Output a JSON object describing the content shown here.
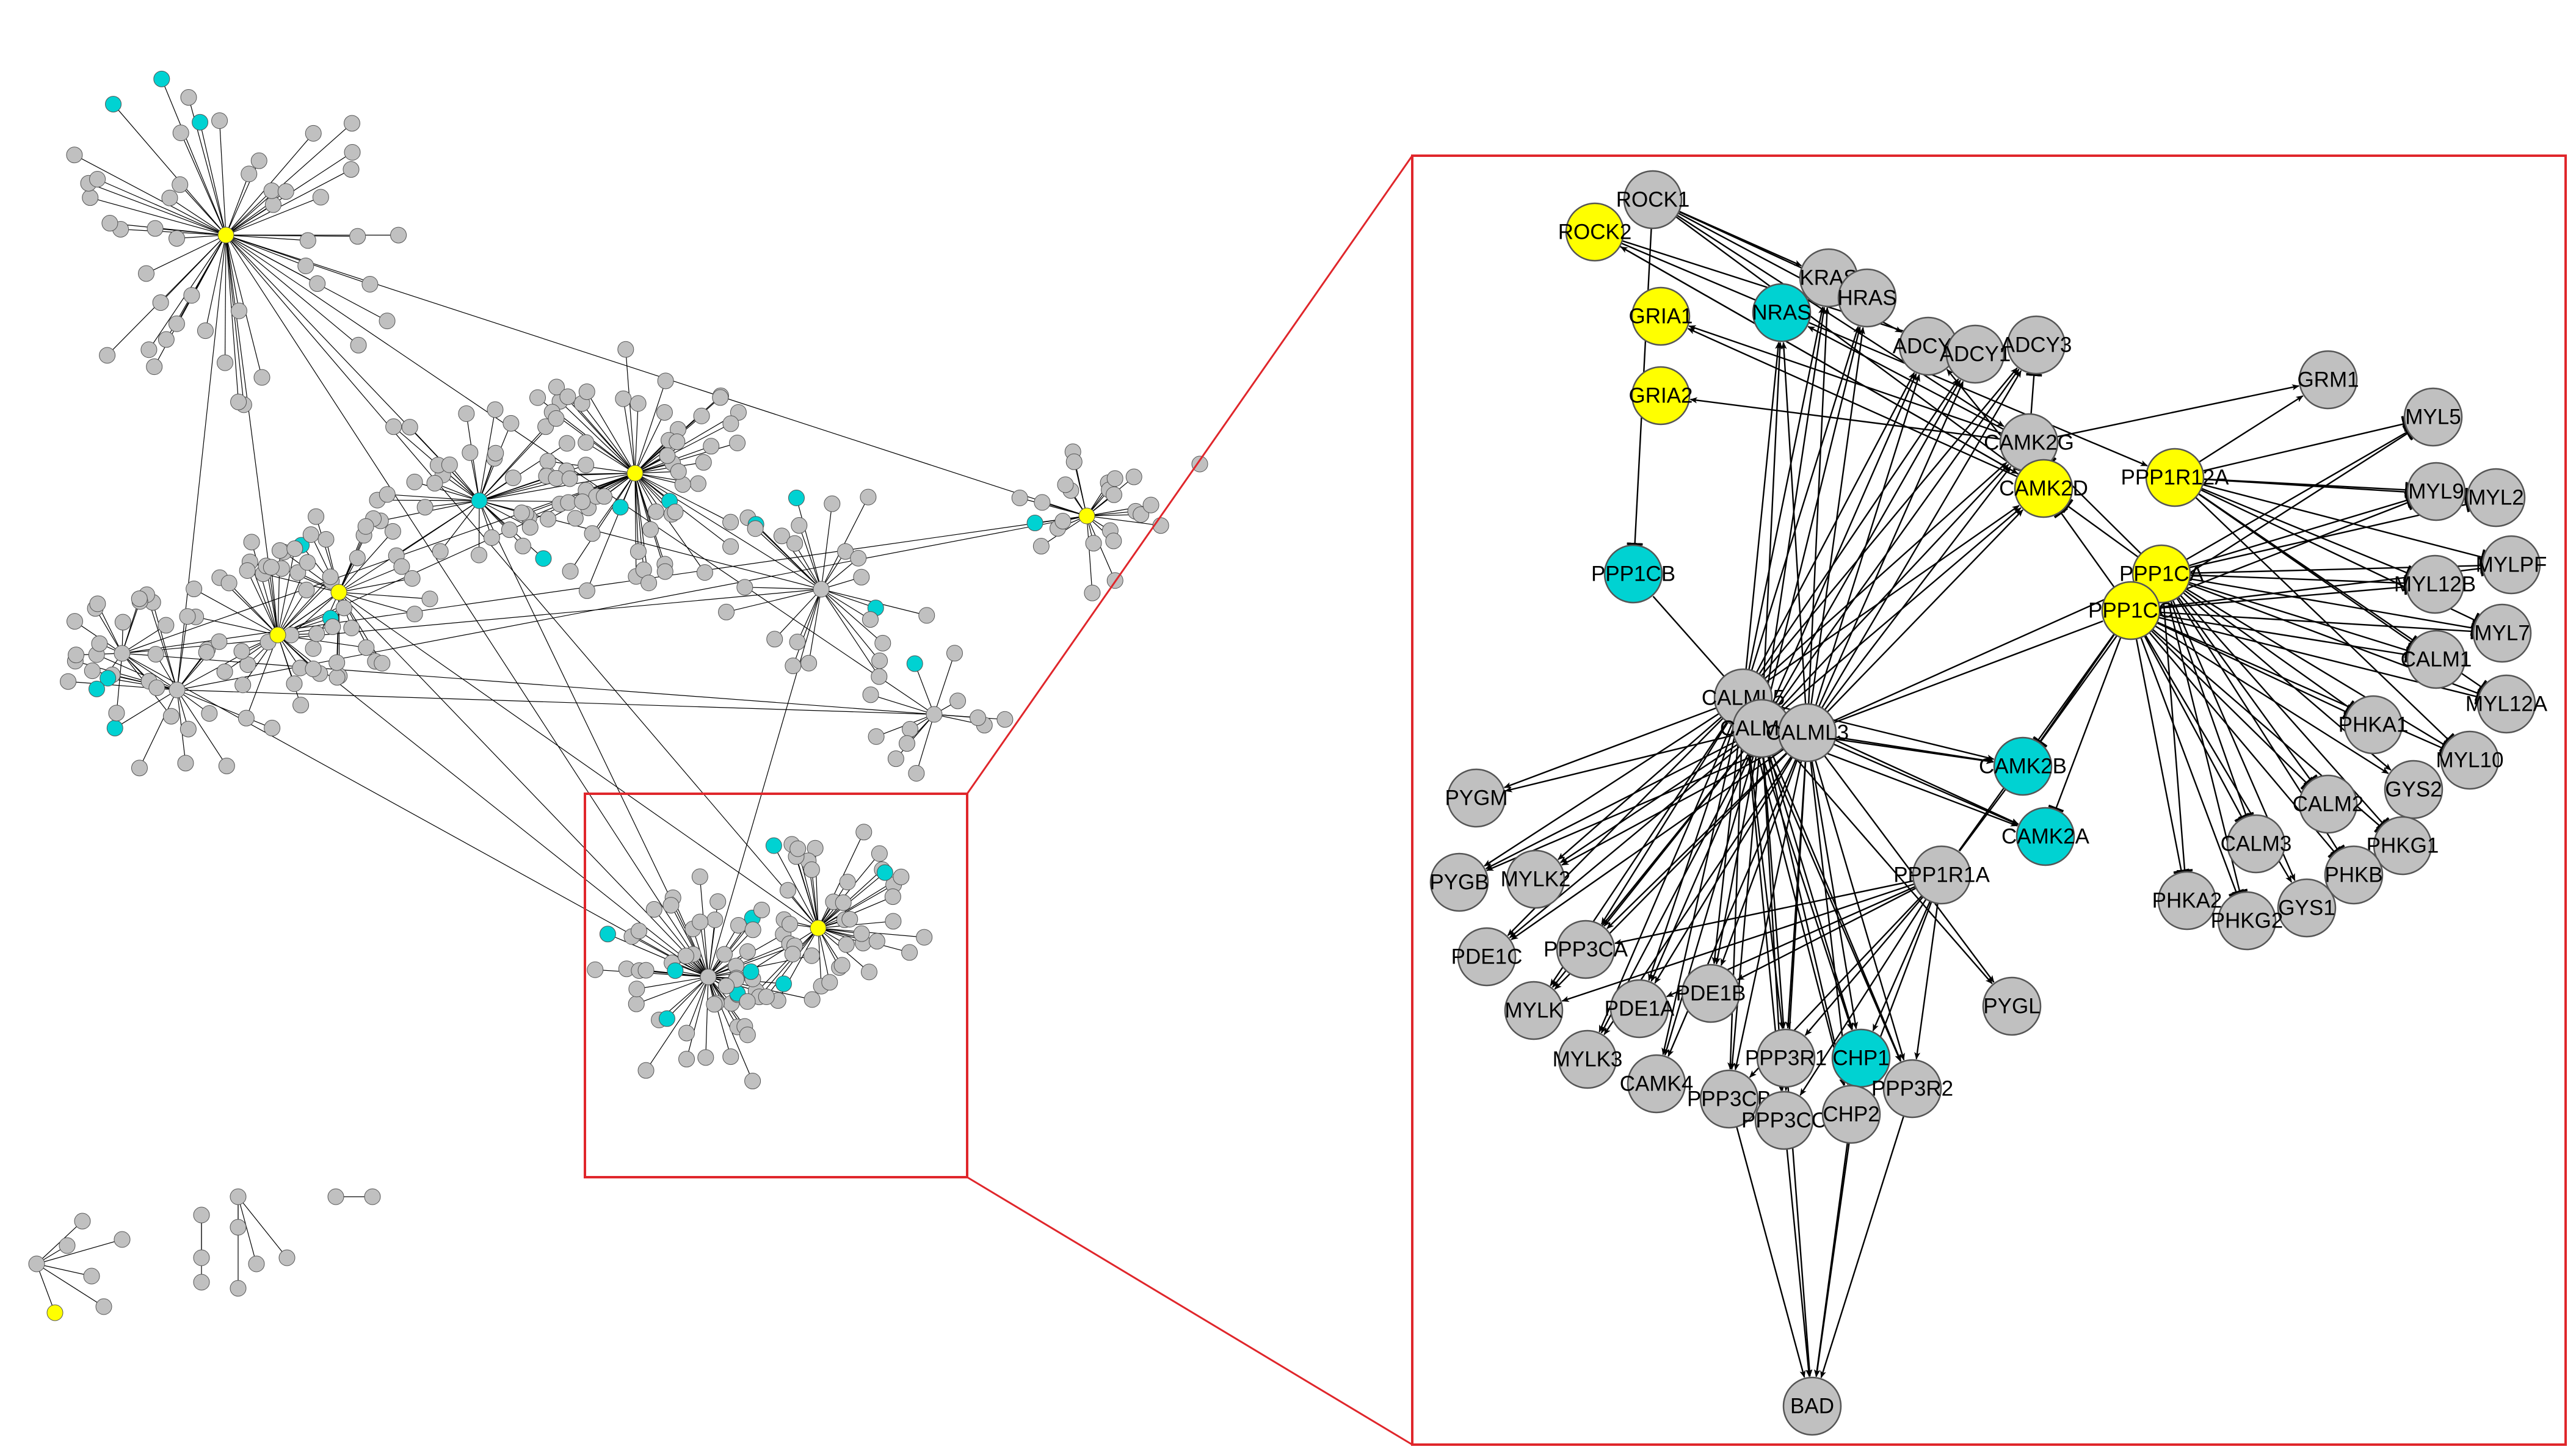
{
  "colors": {
    "background": "#ffffff",
    "gray_node": "#c0c0c0",
    "yellow_node": "#ffff00",
    "cyan_node": "#00d2d2",
    "edge": "#000000",
    "highlight_frame": "#e0262b"
  },
  "detail_nodes": [
    {
      "id": "ROCK1",
      "label": "ROCK1",
      "color": "gray"
    },
    {
      "id": "ROCK2",
      "label": "ROCK2",
      "color": "yellow"
    },
    {
      "id": "GRIA1",
      "label": "GRIA1",
      "color": "yellow"
    },
    {
      "id": "NRAS",
      "label": "NRAS",
      "color": "cyan"
    },
    {
      "id": "KRAS",
      "label": "KRAS",
      "color": "gray"
    },
    {
      "id": "HRAS",
      "label": "HRAS",
      "color": "gray"
    },
    {
      "id": "ADCY8",
      "label": "ADCY8",
      "color": "gray"
    },
    {
      "id": "ADCY1",
      "label": "ADCY1",
      "color": "gray"
    },
    {
      "id": "ADCY3",
      "label": "ADCY3",
      "color": "gray"
    },
    {
      "id": "GRIA2",
      "label": "GRIA2",
      "color": "yellow"
    },
    {
      "id": "GRM1",
      "label": "GRM1",
      "color": "gray"
    },
    {
      "id": "CAMK2G",
      "label": "CAMK2G",
      "color": "gray"
    },
    {
      "id": "CAMK2D",
      "label": "CAMK2D",
      "color": "yellow"
    },
    {
      "id": "PPP1R12A",
      "label": "PPP1R12A",
      "color": "yellow"
    },
    {
      "id": "MYL5",
      "label": "MYL5",
      "color": "gray"
    },
    {
      "id": "MYL9",
      "label": "MYL9",
      "color": "gray"
    },
    {
      "id": "MYL2",
      "label": "MYL2",
      "color": "gray"
    },
    {
      "id": "MYLPF",
      "label": "MYLPF",
      "color": "gray"
    },
    {
      "id": "PPP1CB",
      "label": "PPP1CB",
      "color": "cyan"
    },
    {
      "id": "PPP1CA",
      "label": "PPP1CA",
      "color": "yellow"
    },
    {
      "id": "PPP1CC",
      "label": "PPP1CC",
      "color": "yellow"
    },
    {
      "id": "MYL12B",
      "label": "MYL12B",
      "color": "gray"
    },
    {
      "id": "MYL7",
      "label": "MYL7",
      "color": "gray"
    },
    {
      "id": "CALM1",
      "label": "CALM1",
      "color": "gray"
    },
    {
      "id": "MYL12A",
      "label": "MYL12A",
      "color": "gray"
    },
    {
      "id": "CALML5",
      "label": "CALML5",
      "color": "gray"
    },
    {
      "id": "CALML6",
      "label": "CALML6",
      "color": "gray"
    },
    {
      "id": "CALML3",
      "label": "CALML3",
      "color": "gray"
    },
    {
      "id": "PHKA1",
      "label": "PHKA1",
      "color": "gray"
    },
    {
      "id": "MYL10",
      "label": "MYL10",
      "color": "gray"
    },
    {
      "id": "GYS2",
      "label": "GYS2",
      "color": "gray"
    },
    {
      "id": "CAMK2B",
      "label": "CAMK2B",
      "color": "cyan"
    },
    {
      "id": "CALM2",
      "label": "CALM2",
      "color": "gray"
    },
    {
      "id": "PHKG1",
      "label": "PHKG1",
      "color": "gray"
    },
    {
      "id": "CAMK2A",
      "label": "CAMK2A",
      "color": "cyan"
    },
    {
      "id": "PYGM",
      "label": "PYGM",
      "color": "gray"
    },
    {
      "id": "CALM3",
      "label": "CALM3",
      "color": "gray"
    },
    {
      "id": "PHKB",
      "label": "PHKB",
      "color": "gray"
    },
    {
      "id": "PYGB",
      "label": "PYGB",
      "color": "gray"
    },
    {
      "id": "MYLK2",
      "label": "MYLK2",
      "color": "gray"
    },
    {
      "id": "PPP1R1A",
      "label": "PPP1R1A",
      "color": "gray"
    },
    {
      "id": "PHKA2",
      "label": "PHKA2",
      "color": "gray"
    },
    {
      "id": "GYS1",
      "label": "GYS1",
      "color": "gray"
    },
    {
      "id": "PHKG2",
      "label": "PHKG2",
      "color": "gray"
    },
    {
      "id": "PDE1C",
      "label": "PDE1C",
      "color": "gray"
    },
    {
      "id": "PPP3CA",
      "label": "PPP3CA",
      "color": "gray"
    },
    {
      "id": "PYGL",
      "label": "PYGL",
      "color": "gray"
    },
    {
      "id": "MYLK",
      "label": "MYLK",
      "color": "gray"
    },
    {
      "id": "PDE1A",
      "label": "PDE1A",
      "color": "gray"
    },
    {
      "id": "PDE1B",
      "label": "PDE1B",
      "color": "gray"
    },
    {
      "id": "PPP3R1",
      "label": "PPP3R1",
      "color": "gray"
    },
    {
      "id": "CHP1",
      "label": "CHP1",
      "color": "cyan"
    },
    {
      "id": "MYLK3",
      "label": "MYLK3",
      "color": "gray"
    },
    {
      "id": "CAMK4",
      "label": "CAMK4",
      "color": "gray"
    },
    {
      "id": "PPP3CB",
      "label": "PPP3CB",
      "color": "gray"
    },
    {
      "id": "PPP3R2",
      "label": "PPP3R2",
      "color": "gray"
    },
    {
      "id": "PPP3CC",
      "label": "PPP3CC",
      "color": "gray"
    },
    {
      "id": "CHP2",
      "label": "CHP2",
      "color": "gray"
    },
    {
      "id": "BAD",
      "label": "BAD",
      "color": "gray"
    }
  ],
  "detail_edges": [
    [
      "ROCK1",
      "KRAS",
      "arrow"
    ],
    [
      "ROCK1",
      "HRAS",
      "arrow"
    ],
    [
      "ROCK1",
      "ADCY8",
      "arrow"
    ],
    [
      "ROCK1",
      "CAMK2G",
      "arrow"
    ],
    [
      "ROCK1",
      "CAMK2D",
      "arrow"
    ],
    [
      "ROCK1",
      "PPP1CB",
      "inhibit"
    ],
    [
      "ROCK2",
      "ADCY1",
      "arrow"
    ],
    [
      "ROCK2",
      "PPP1R12A",
      "arrow"
    ],
    [
      "ROCK2",
      "CAMK2D",
      "arrow"
    ],
    [
      "CAMK2G",
      "GRIA1",
      "arrow"
    ],
    [
      "CAMK2G",
      "GRIA2",
      "arrow"
    ],
    [
      "CAMK2G",
      "GRM1",
      "arrow"
    ],
    [
      "CAMK2G",
      "ADCY3",
      "inhibit"
    ],
    [
      "CAMK2G",
      "NRAS",
      "arrow"
    ],
    [
      "CAMK2D",
      "GRIA1",
      "arrow"
    ],
    [
      "CAMK2D",
      "ROCK2",
      "arrow"
    ],
    [
      "CAMK2D",
      "ADCY8",
      "arrow"
    ],
    [
      "CALML5",
      "NRAS",
      "arrow"
    ],
    [
      "CALML5",
      "KRAS",
      "arrow"
    ],
    [
      "CALML5",
      "HRAS",
      "arrow"
    ],
    [
      "CALML5",
      "ADCY8",
      "arrow"
    ],
    [
      "CALML5",
      "ADCY1",
      "arrow"
    ],
    [
      "CALML5",
      "ADCY3",
      "arrow"
    ],
    [
      "CALML5",
      "CAMK2G",
      "arrow"
    ],
    [
      "CALML5",
      "CAMK2D",
      "arrow"
    ],
    [
      "CALML5",
      "PPP1CB",
      "line"
    ],
    [
      "CALML6",
      "NRAS",
      "arrow"
    ],
    [
      "CALML6",
      "KRAS",
      "arrow"
    ],
    [
      "CALML6",
      "HRAS",
      "arrow"
    ],
    [
      "CALML6",
      "ADCY8",
      "arrow"
    ],
    [
      "CALML6",
      "ADCY1",
      "arrow"
    ],
    [
      "CALML6",
      "ADCY3",
      "arrow"
    ],
    [
      "CALML6",
      "CAMK2G",
      "arrow"
    ],
    [
      "CALML6",
      "CAMK2D",
      "arrow"
    ],
    [
      "CALML3",
      "NRAS",
      "arrow"
    ],
    [
      "CALML3",
      "KRAS",
      "arrow"
    ],
    [
      "CALML3",
      "HRAS",
      "arrow"
    ],
    [
      "CALML3",
      "ADCY8",
      "arrow"
    ],
    [
      "CALML3",
      "ADCY1",
      "arrow"
    ],
    [
      "CALML3",
      "ADCY3",
      "arrow"
    ],
    [
      "CALML3",
      "CAMK2G",
      "arrow"
    ],
    [
      "CALML3",
      "CAMK2D",
      "arrow"
    ],
    [
      "CALML3",
      "PPP1CA",
      "line"
    ],
    [
      "CALML3",
      "PPP1CC",
      "line"
    ],
    [
      "CALML5",
      "PYGM",
      "arrow"
    ],
    [
      "CALML5",
      "PYGB",
      "arrow"
    ],
    [
      "CALML5",
      "MYLK2",
      "arrow"
    ],
    [
      "CALML5",
      "PDE1C",
      "arrow"
    ],
    [
      "CALML5",
      "PPP3CA",
      "arrow"
    ],
    [
      "CALML5",
      "MYLK",
      "arrow"
    ],
    [
      "CALML5",
      "PDE1A",
      "arrow"
    ],
    [
      "CALML5",
      "PDE1B",
      "arrow"
    ],
    [
      "CALML5",
      "MYLK3",
      "arrow"
    ],
    [
      "CALML5",
      "CAMK4",
      "arrow"
    ],
    [
      "CALML5",
      "PPP3CB",
      "arrow"
    ],
    [
      "CALML5",
      "PPP3R1",
      "arrow"
    ],
    [
      "CALML5",
      "PPP3CC",
      "arrow"
    ],
    [
      "CALML5",
      "CHP1",
      "arrow"
    ],
    [
      "CALML5",
      "CHP2",
      "arrow"
    ],
    [
      "CALML5",
      "PPP3R2",
      "arrow"
    ],
    [
      "CALML5",
      "PYGL",
      "arrow"
    ],
    [
      "CALML5",
      "CAMK2B",
      "arrow"
    ],
    [
      "CALML5",
      "CAMK2A",
      "arrow"
    ],
    [
      "CALML6",
      "PYGM",
      "arrow"
    ],
    [
      "CALML6",
      "PYGB",
      "arrow"
    ],
    [
      "CALML6",
      "MYLK2",
      "arrow"
    ],
    [
      "CALML6",
      "PDE1C",
      "arrow"
    ],
    [
      "CALML6",
      "PPP3CA",
      "arrow"
    ],
    [
      "CALML6",
      "MYLK",
      "arrow"
    ],
    [
      "CALML6",
      "PDE1A",
      "arrow"
    ],
    [
      "CALML6",
      "PDE1B",
      "arrow"
    ],
    [
      "CALML6",
      "MYLK3",
      "arrow"
    ],
    [
      "CALML6",
      "CAMK4",
      "arrow"
    ],
    [
      "CALML6",
      "PPP3CB",
      "arrow"
    ],
    [
      "CALML6",
      "PPP3R1",
      "arrow"
    ],
    [
      "CALML6",
      "PPP3CC",
      "arrow"
    ],
    [
      "CALML6",
      "CHP1",
      "arrow"
    ],
    [
      "CALML6",
      "CHP2",
      "arrow"
    ],
    [
      "CALML6",
      "PPP3R2",
      "arrow"
    ],
    [
      "CALML6",
      "CAMK2B",
      "arrow"
    ],
    [
      "CALML6",
      "CAMK2A",
      "arrow"
    ],
    [
      "CALML3",
      "PYGB",
      "arrow"
    ],
    [
      "CALML3",
      "MYLK2",
      "arrow"
    ],
    [
      "CALML3",
      "PDE1C",
      "arrow"
    ],
    [
      "CALML3",
      "PPP3CA",
      "arrow"
    ],
    [
      "CALML3",
      "MYLK",
      "arrow"
    ],
    [
      "CALML3",
      "PDE1A",
      "arrow"
    ],
    [
      "CALML3",
      "PDE1B",
      "arrow"
    ],
    [
      "CALML3",
      "MYLK3",
      "arrow"
    ],
    [
      "CALML3",
      "CAMK4",
      "arrow"
    ],
    [
      "CALML3",
      "PPP3CB",
      "arrow"
    ],
    [
      "CALML3",
      "PPP3R1",
      "arrow"
    ],
    [
      "CALML3",
      "PPP3CC",
      "arrow"
    ],
    [
      "CALML3",
      "CHP1",
      "arrow"
    ],
    [
      "CALML3",
      "CHP2",
      "arrow"
    ],
    [
      "CALML3",
      "PPP3R2",
      "arrow"
    ],
    [
      "CALML3",
      "PYGL",
      "arrow"
    ],
    [
      "CALML3",
      "CAMK2B",
      "arrow"
    ],
    [
      "CALML3",
      "CAMK2A",
      "arrow"
    ],
    [
      "PPP1CC",
      "CAMK2B",
      "inhibit"
    ],
    [
      "PPP1CC",
      "CAMK2A",
      "inhibit"
    ],
    [
      "PPP1CA",
      "CAMK2B",
      "inhibit"
    ],
    [
      "PPP1CC",
      "PPP1R1A",
      "line"
    ],
    [
      "PPP1CA",
      "CAMK2D",
      "inhibit"
    ],
    [
      "PPP1CC",
      "CAMK2D",
      "inhibit"
    ],
    [
      "PPP1CA",
      "CAMK2G",
      "inhibit"
    ],
    [
      "CAMK2B",
      "PPP1R1A",
      "line"
    ],
    [
      "PPP1R1A",
      "CHP1",
      "arrow"
    ],
    [
      "PPP1R1A",
      "PPP3R1",
      "arrow"
    ],
    [
      "PPP1R1A",
      "PPP3CC",
      "arrow"
    ],
    [
      "PPP1R1A",
      "PPP3CB",
      "arrow"
    ],
    [
      "PPP1R1A",
      "CHP2",
      "arrow"
    ],
    [
      "PPP1R1A",
      "PPP3R2",
      "arrow"
    ],
    [
      "PPP1R1A",
      "PPP3CA",
      "arrow"
    ],
    [
      "PPP1R1A",
      "PDE1B",
      "arrow"
    ],
    [
      "PPP1R1A",
      "PDE1A",
      "arrow"
    ],
    [
      "PPP1R1A",
      "MYLK",
      "arrow"
    ],
    [
      "PPP1R12A",
      "MYL5",
      "inhibit"
    ],
    [
      "PPP1R12A",
      "MYL9",
      "inhibit"
    ],
    [
      "PPP1R12A",
      "MYL2",
      "inhibit"
    ],
    [
      "PPP1R12A",
      "MYLPF",
      "inhibit"
    ],
    [
      "PPP1R12A",
      "MYL12B",
      "inhibit"
    ],
    [
      "PPP1R12A",
      "MYL7",
      "inhibit"
    ],
    [
      "PPP1R12A",
      "CALM1",
      "inhibit"
    ],
    [
      "PPP1R12A",
      "MYL12A",
      "inhibit"
    ],
    [
      "PPP1R12A",
      "MYL10",
      "inhibit"
    ],
    [
      "PPP1R12A",
      "GRM1",
      "arrow"
    ],
    [
      "PPP1CA",
      "MYL5",
      "inhibit"
    ],
    [
      "PPP1CA",
      "MYL9",
      "inhibit"
    ],
    [
      "PPP1CA",
      "MYL2",
      "inhibit"
    ],
    [
      "PPP1CA",
      "MYLPF",
      "inhibit"
    ],
    [
      "PPP1CA",
      "MYL12B",
      "inhibit"
    ],
    [
      "PPP1CA",
      "MYL7",
      "inhibit"
    ],
    [
      "PPP1CA",
      "CALM1",
      "inhibit"
    ],
    [
      "PPP1CA",
      "MYL12A",
      "inhibit"
    ],
    [
      "PPP1CA",
      "MYL10",
      "inhibit"
    ],
    [
      "PPP1CA",
      "PHKA1",
      "inhibit"
    ],
    [
      "PPP1CA",
      "GYS2",
      "arrow"
    ],
    [
      "PPP1CA",
      "CALM2",
      "inhibit"
    ],
    [
      "PPP1CA",
      "PHKG1",
      "inhibit"
    ],
    [
      "PPP1CA",
      "CALM3",
      "inhibit"
    ],
    [
      "PPP1CA",
      "PHKB",
      "inhibit"
    ],
    [
      "PPP1CA",
      "PHKA2",
      "inhibit"
    ],
    [
      "PPP1CA",
      "GYS1",
      "arrow"
    ],
    [
      "PPP1CA",
      "PHKG2",
      "inhibit"
    ],
    [
      "PPP1CC",
      "MYL5",
      "inhibit"
    ],
    [
      "PPP1CC",
      "MYL9",
      "inhibit"
    ],
    [
      "PPP1CC",
      "MYLPF",
      "inhibit"
    ],
    [
      "PPP1CC",
      "MYL12B",
      "inhibit"
    ],
    [
      "PPP1CC",
      "MYL7",
      "inhibit"
    ],
    [
      "PPP1CC",
      "CALM1",
      "inhibit"
    ],
    [
      "PPP1CC",
      "MYL12A",
      "inhibit"
    ],
    [
      "PPP1CC",
      "MYL10",
      "inhibit"
    ],
    [
      "PPP1CC",
      "PHKA1",
      "inhibit"
    ],
    [
      "PPP1CC",
      "GYS2",
      "arrow"
    ],
    [
      "PPP1CC",
      "CALM2",
      "inhibit"
    ],
    [
      "PPP1CC",
      "PHKG1",
      "inhibit"
    ],
    [
      "PPP1CC",
      "CALM3",
      "inhibit"
    ],
    [
      "PPP1CC",
      "PHKB",
      "inhibit"
    ],
    [
      "PPP1CC",
      "PHKA2",
      "inhibit"
    ],
    [
      "PPP1CC",
      "GYS1",
      "arrow"
    ],
    [
      "PPP1CC",
      "PHKG2",
      "inhibit"
    ],
    [
      "PPP3CB",
      "BAD",
      "arrow"
    ],
    [
      "PPP3CC",
      "BAD",
      "arrow"
    ],
    [
      "CHP2",
      "BAD",
      "arrow"
    ],
    [
      "PPP3R2",
      "BAD",
      "arrow"
    ],
    [
      "PPP3R1",
      "BAD",
      "arrow"
    ],
    [
      "CHP1",
      "BAD",
      "arrow"
    ]
  ]
}
